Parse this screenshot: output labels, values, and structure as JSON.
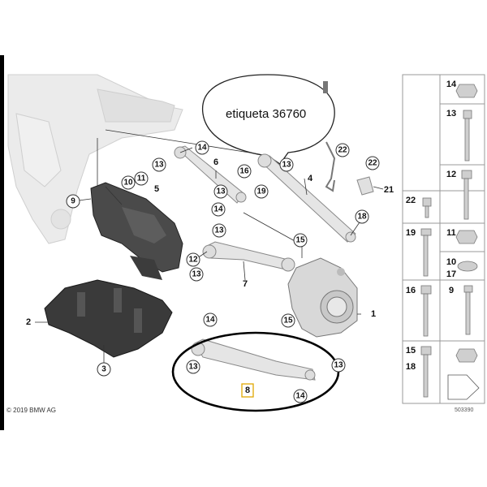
{
  "annotation": {
    "bubble_text": "etiqueta 36760"
  },
  "callouts": {
    "c14a": "14",
    "c13a": "13",
    "c6": "6",
    "c16a": "16",
    "c13b": "13",
    "c4": "4",
    "c22a": "22",
    "c22b": "22",
    "c21": "21",
    "c10": "10",
    "c11a": "11",
    "c5": "5",
    "c9": "9",
    "c13c": "13",
    "c19a": "19",
    "c14b": "14",
    "c18": "18",
    "c15a": "15",
    "c13d": "13",
    "c12": "12",
    "c13e": "13",
    "c7": "7",
    "c15b": "15",
    "c2": "2",
    "c3": "3",
    "c1": "1",
    "c14c": "14",
    "c13f": "13",
    "c8": "8",
    "c13g": "13",
    "c14d": "14"
  },
  "parts_panel": {
    "labels": [
      "14",
      "13",
      "12",
      "22",
      "11",
      "19",
      "10",
      "17",
      "16",
      "9",
      "15",
      "18"
    ],
    "code": "503390"
  },
  "copyright": "© 2019 BMW AG",
  "colors": {
    "highlight": "#000000",
    "ghost_part": "#e6e6e6",
    "dark_part": "#3c3c3c"
  }
}
